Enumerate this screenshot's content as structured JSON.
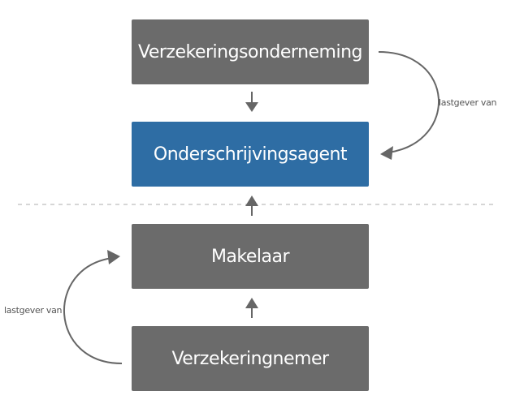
{
  "nodes": {
    "insurer": "Verzekeringsonderneming",
    "underwriting_agent": "Onderschrijvingsagent",
    "broker": "Makelaar",
    "policyholder": "Verzekeringnemer"
  },
  "edge_labels": {
    "insurer_to_agent": "lastgever van",
    "policyholder_to_broker": "lastgever van"
  },
  "colors": {
    "node_gray": "#6b6b6b",
    "node_blue": "#2e6da4",
    "arrow": "#666666",
    "divider": "#c8c8c8",
    "label_text": "#555555"
  }
}
